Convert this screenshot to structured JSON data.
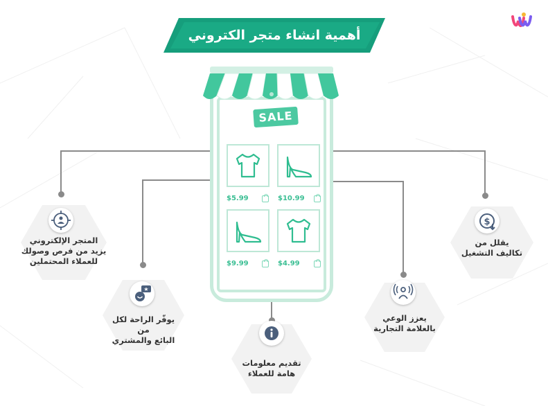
{
  "banner": {
    "title": "أهمية انشاء متجر الكتروني"
  },
  "colors": {
    "accent": "#1fb88a",
    "banner": "#169e7c",
    "line": "#8a8a8a",
    "icon": "#4b5f7c"
  },
  "store": {
    "sale_label": "SALE",
    "products": [
      {
        "icon": "tshirt-icon",
        "price": "$5.99"
      },
      {
        "icon": "high-heel-icon",
        "price": "$10.99"
      },
      {
        "icon": "high-heel-icon",
        "price": "$9.99"
      },
      {
        "icon": "tshirt-icon",
        "price": "$4.99"
      }
    ]
  },
  "benefits": [
    {
      "id": "reduce-costs",
      "icon": "dollar-down-icon",
      "lines": [
        "يقلل من",
        "تكاليف التشغيل"
      ]
    },
    {
      "id": "reach-customers",
      "icon": "target-people-icon",
      "lines": [
        "المتجر الإلكتروني",
        "يزيد من فرص وصولك",
        "للعملاء المحتملين"
      ]
    },
    {
      "id": "convenience",
      "icon": "chat-smile-icon",
      "lines": [
        "يوفّر الراحة لكل من",
        "البائع والمشتري"
      ]
    },
    {
      "id": "brand-awareness",
      "icon": "broadcast-person-icon",
      "lines": [
        "يعزز الوعي",
        "بالعلامة التجارية"
      ]
    },
    {
      "id": "info",
      "icon": "info-icon",
      "lines": [
        "تقديم معلومات",
        "هامة للعملاء"
      ]
    }
  ]
}
